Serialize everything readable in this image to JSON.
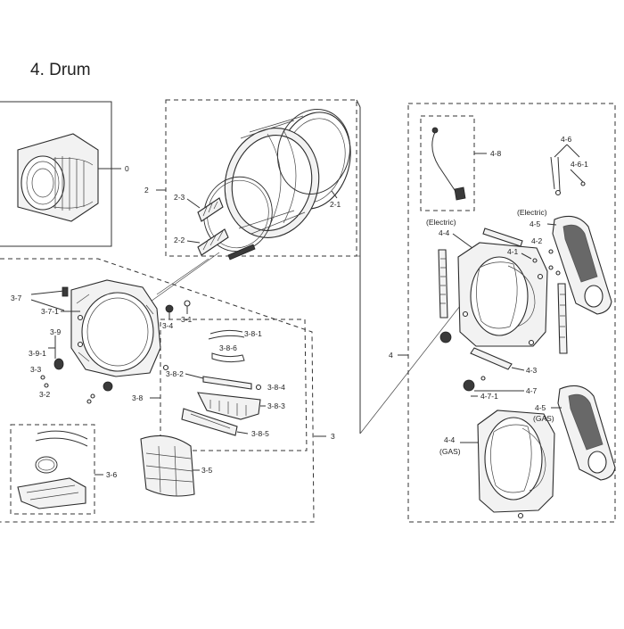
{
  "title": "4. Drum",
  "labels": {
    "l0": "0",
    "l2": "2",
    "l2_1": "2-1",
    "l2_2": "2-2",
    "l2_3": "2-3",
    "l3": "3",
    "l3_1": "3-1",
    "l3_2": "3-2",
    "l3_3": "3-3",
    "l3_4": "3-4",
    "l3_5": "3-5",
    "l3_6": "3-6",
    "l3_7": "3-7",
    "l3_7_1": "3-7-1",
    "l3_8": "3-8",
    "l3_8_1": "3-8-1",
    "l3_8_2": "3-8-2",
    "l3_8_3": "3-8-3",
    "l3_8_4": "3-8-4",
    "l3_8_5": "3-8-5",
    "l3_8_6": "3-8-6",
    "l3_9": "3-9",
    "l3_9_1": "3-9-1",
    "l4": "4",
    "l4_1": "4-1",
    "l4_2": "4-2",
    "l4_3": "4-3",
    "l4_4": "4-4",
    "l4_4_gas": "4-4",
    "l4_5": "4-5",
    "l4_5_gas": "4-5",
    "l4_6": "4-6",
    "l4_6_1": "4-6-1",
    "l4_7": "4-7",
    "l4_7_1": "4-7-1",
    "l4_8": "4-8",
    "electric_left": "(Electric)",
    "electric_right": "(Electric)",
    "gas_left": "(GAS)",
    "gas_right": "(GAS)"
  }
}
